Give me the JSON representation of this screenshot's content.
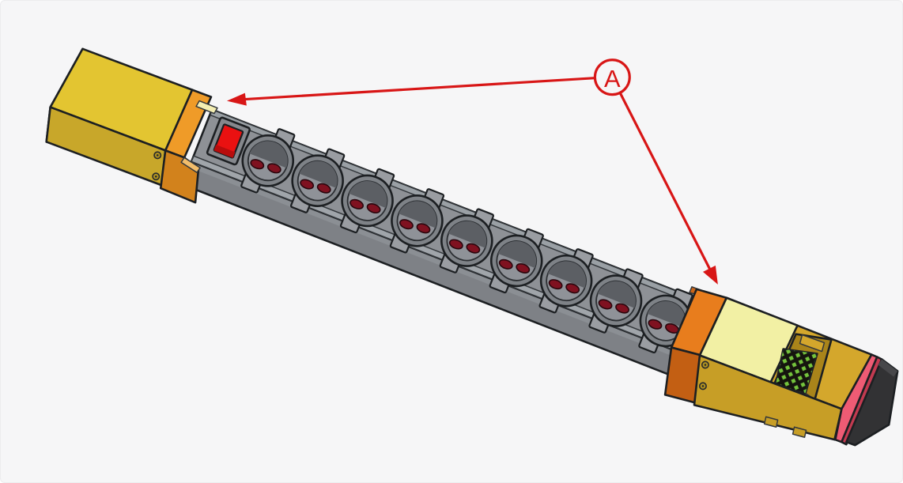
{
  "viewer": {
    "background": "#f6f6f7",
    "callout": {
      "label": "A",
      "color": "#d81616",
      "arrow_count": 2,
      "points_to": [
        "left end cap joint",
        "right end cap joint"
      ]
    },
    "model": {
      "type": "power-strip",
      "socket_count": 9,
      "pin_holes_per_socket": 2,
      "has_power_switch": true,
      "colors": {
        "body_gray": "#8e9196",
        "switch_red": "#ea1111",
        "cap_yellow": "#e3c531",
        "band_orange": "#ef9b28",
        "band_orange_right": "#e87d1d",
        "cap_cream": "#f2f0a4",
        "cap_gold": "#d4a72c",
        "grille_green": "#74c43c",
        "end_pink": "#ee5b74",
        "end_dark": "#323234",
        "pin_hole_red": "#7f1120"
      }
    }
  }
}
